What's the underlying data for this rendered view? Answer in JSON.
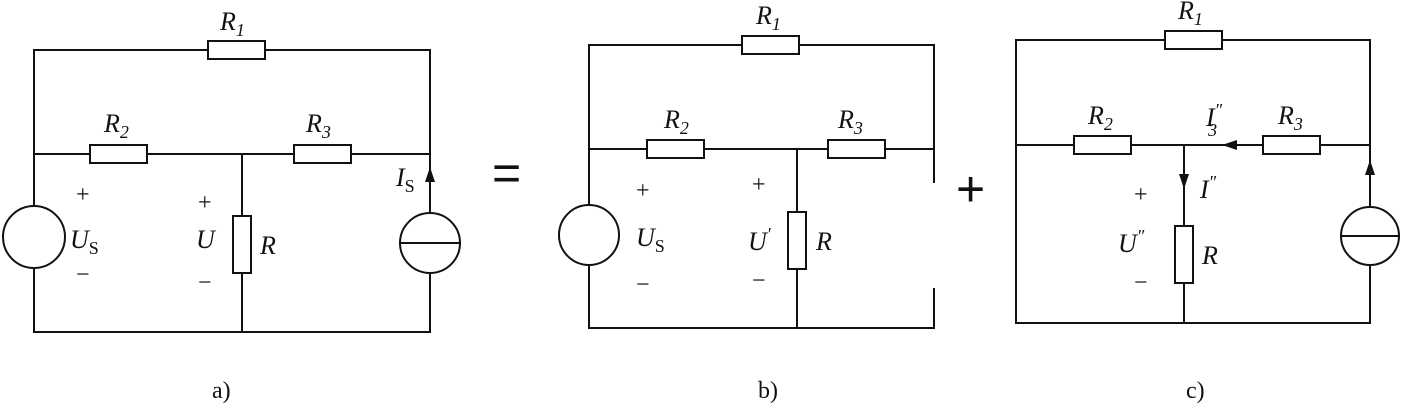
{
  "operators": {
    "equals": "=",
    "plus": "+"
  },
  "signs": {
    "plus": "+",
    "minus": "−"
  },
  "circuit_a": {
    "caption": "a)",
    "r1": {
      "main": "R",
      "sub": "1"
    },
    "r2": {
      "main": "R",
      "sub": "2"
    },
    "r3": {
      "main": "R",
      "sub": "3"
    },
    "r": "R",
    "us": {
      "main": "U",
      "sub": "S"
    },
    "u": "U",
    "is": {
      "main": "I",
      "sub": "S"
    }
  },
  "circuit_b": {
    "caption": "b)",
    "r1": {
      "main": "R",
      "sub": "1"
    },
    "r2": {
      "main": "R",
      "sub": "2"
    },
    "r3": {
      "main": "R",
      "sub": "3"
    },
    "r": "R",
    "us": {
      "main": "U",
      "sub": "S"
    },
    "u": {
      "main": "U",
      "prime": "′"
    }
  },
  "circuit_c": {
    "caption": "c)",
    "r1": {
      "main": "R",
      "sub": "1"
    },
    "r2": {
      "main": "R",
      "sub": "2"
    },
    "r3": {
      "main": "R",
      "sub": "3"
    },
    "r": "R",
    "i3": {
      "main": "I",
      "prime": "″",
      "sub": "3"
    },
    "i": {
      "main": "I",
      "prime": "″"
    },
    "u": {
      "main": "U",
      "prime": "″"
    }
  }
}
